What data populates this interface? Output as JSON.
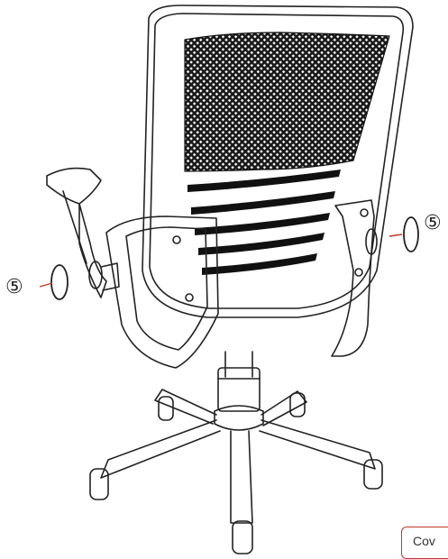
{
  "callouts": {
    "left": "⑤",
    "right": "⑤"
  },
  "cover_tag": {
    "label": "Cov"
  },
  "colors": {
    "line": "#222222",
    "mesh": "#1a1a1a",
    "leader": "#c0392b",
    "tag_border": "#c0392b"
  }
}
